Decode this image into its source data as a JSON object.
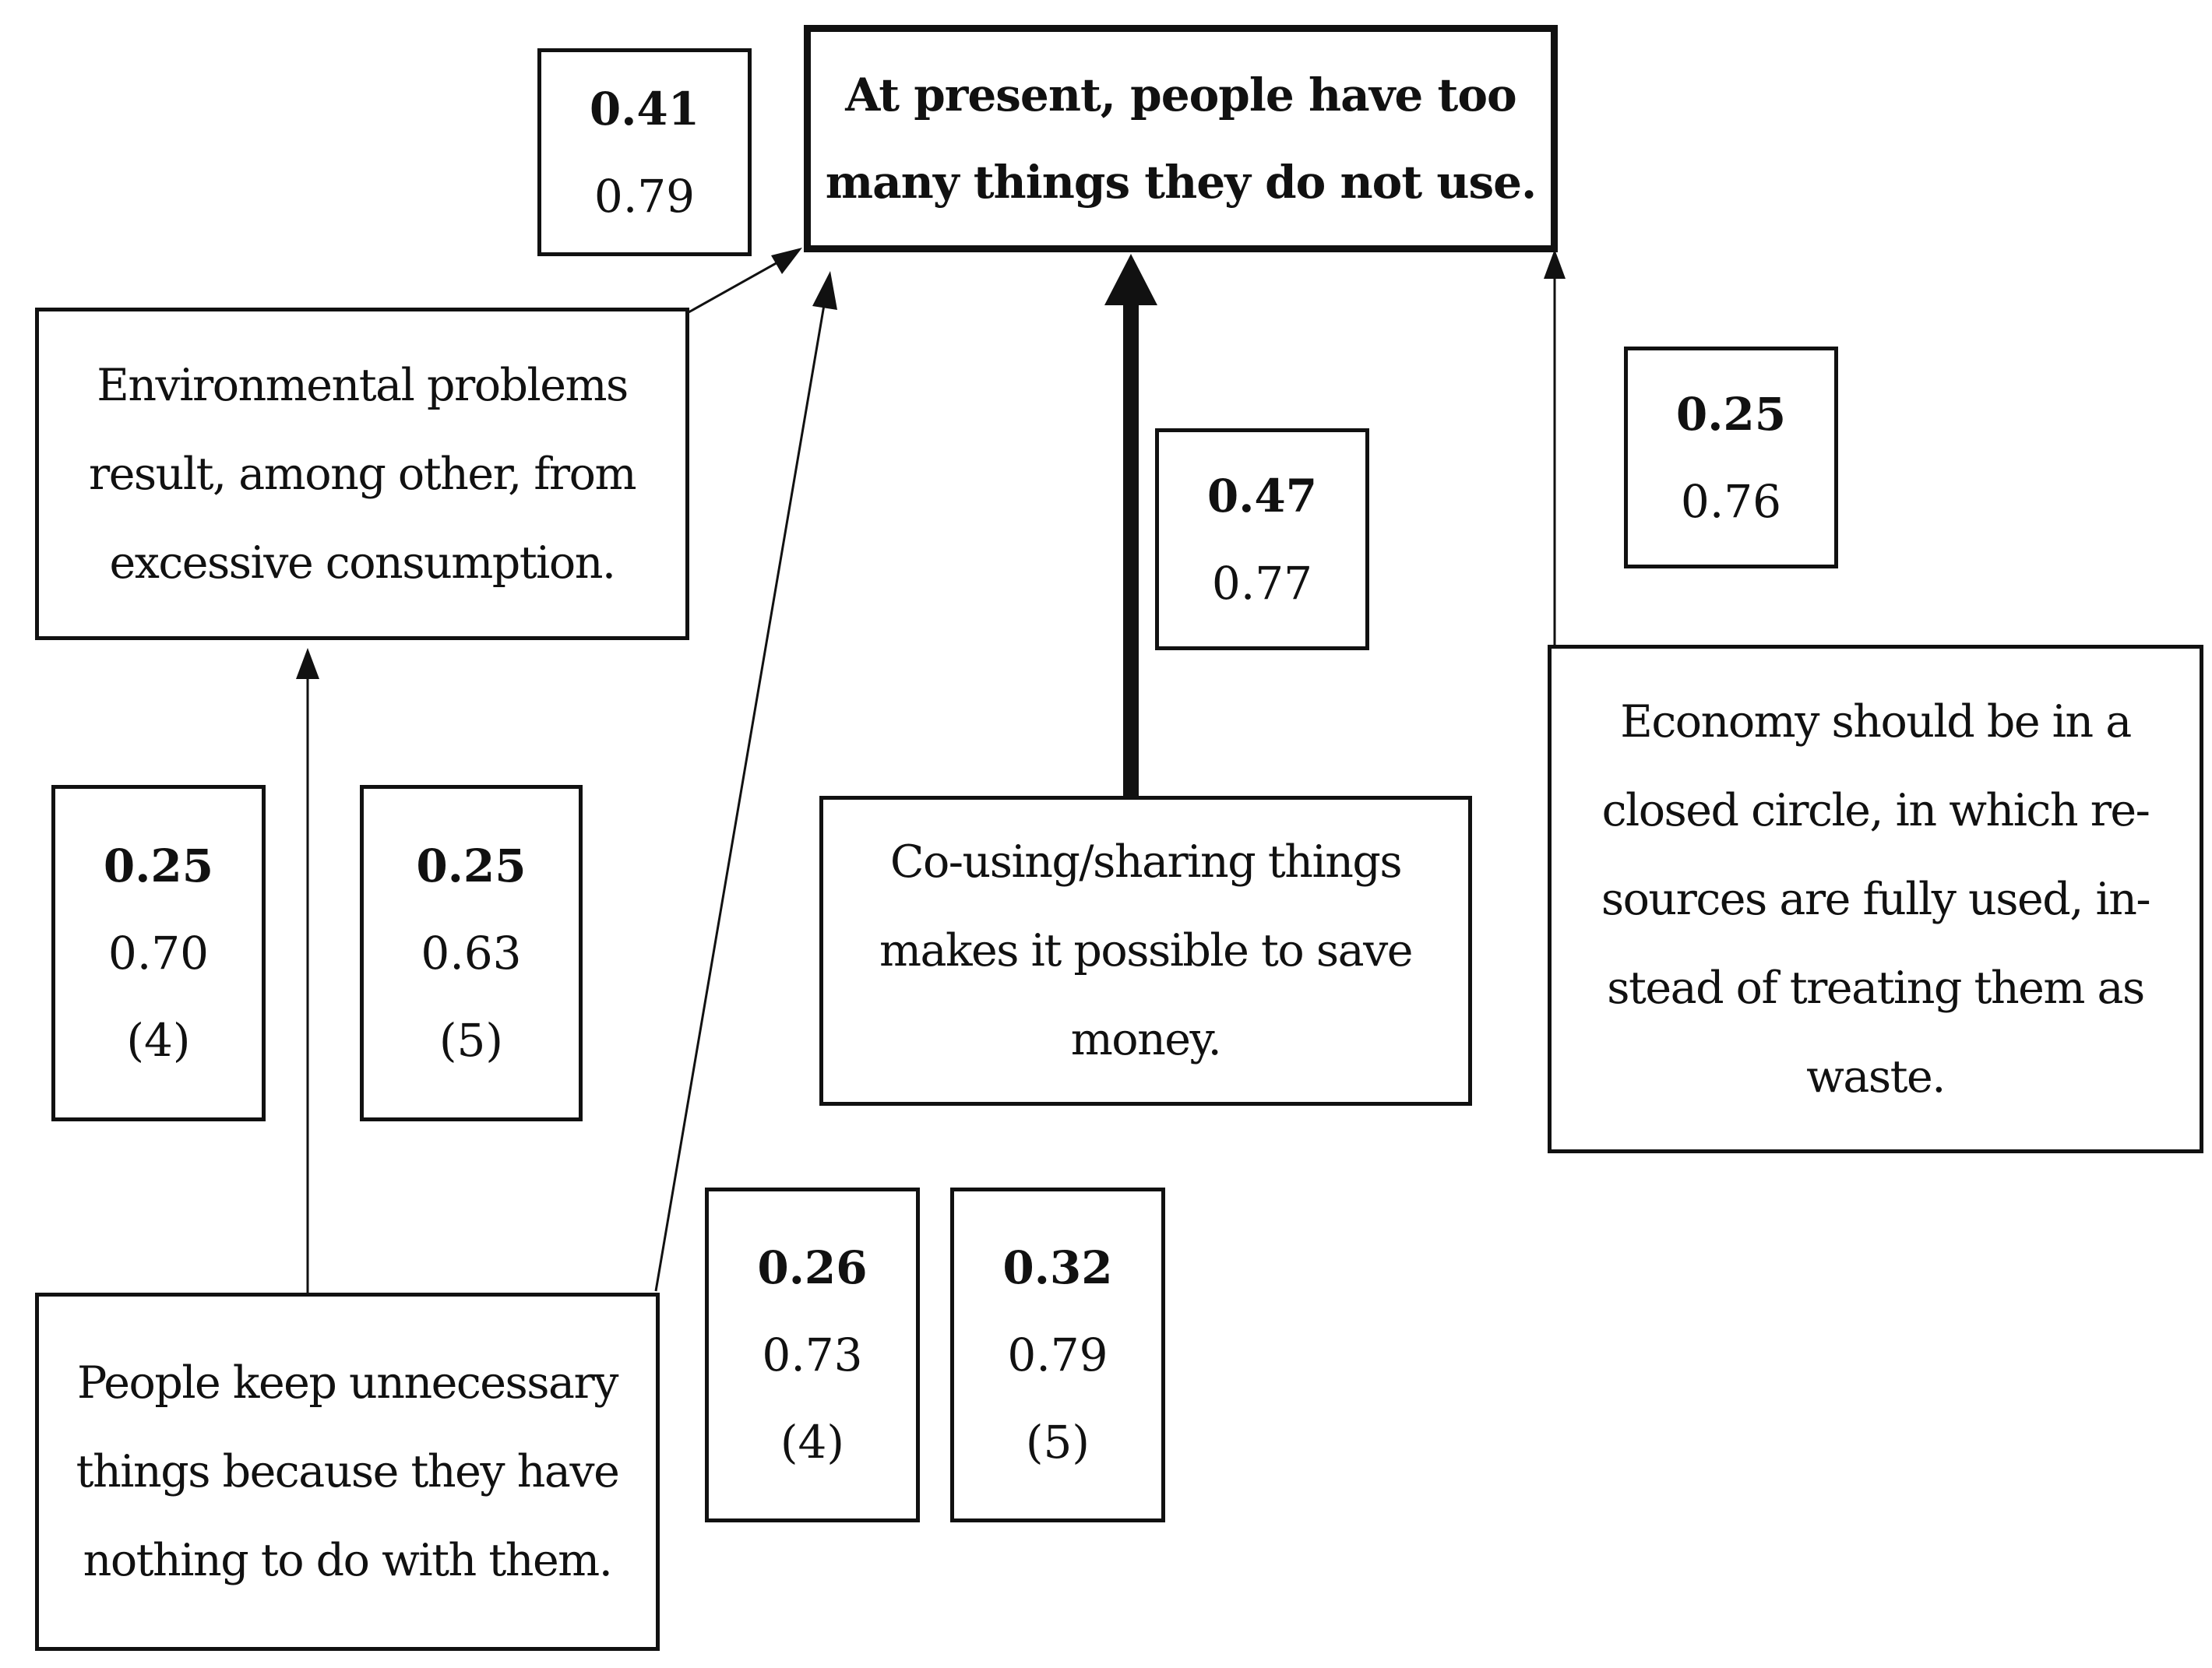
{
  "nodes": {
    "main": {
      "lines": [
        "At present, people have too",
        "many things they do not use."
      ]
    },
    "environmental": {
      "lines": [
        "Environmental problems",
        "result, among other, from",
        "excessive consumption."
      ]
    },
    "cousing": {
      "lines": [
        "Co-using/sharing things",
        "makes it possible to save",
        "money."
      ]
    },
    "economy": {
      "lines": [
        "Economy should be in a",
        "closed circle, in which re-",
        "sources are fully used, in-",
        "stead of treating them as",
        "waste."
      ]
    },
    "people": {
      "lines": [
        "People keep unnecessary",
        "things because they have",
        "nothing to do with them."
      ]
    }
  },
  "stats": {
    "env_to_main": {
      "bold": "0.41",
      "value": "0.79"
    },
    "cousing_to_main": {
      "bold": "0.47",
      "value": "0.77"
    },
    "economy_to_main": {
      "bold": "0.25",
      "value": "0.76"
    },
    "people_to_env_a": {
      "bold": "0.25",
      "value": "0.70",
      "note": "(4)"
    },
    "people_to_env_b": {
      "bold": "0.25",
      "value": "0.63",
      "note": "(5)"
    },
    "people_to_main_a": {
      "bold": "0.26",
      "value": "0.73",
      "note": "(4)"
    },
    "people_to_main_b": {
      "bold": "0.32",
      "value": "0.79",
      "note": "(5)"
    }
  },
  "edges": [
    {
      "from": "environmental",
      "to": "main",
      "label": "env_to_main"
    },
    {
      "from": "people",
      "to": "main",
      "label": "people_to_main"
    },
    {
      "from": "cousing",
      "to": "main",
      "label": "cousing_to_main",
      "emphasis": "thick"
    },
    {
      "from": "economy",
      "to": "main",
      "label": "economy_to_main"
    },
    {
      "from": "people",
      "to": "environmental",
      "label": "people_to_env"
    }
  ]
}
